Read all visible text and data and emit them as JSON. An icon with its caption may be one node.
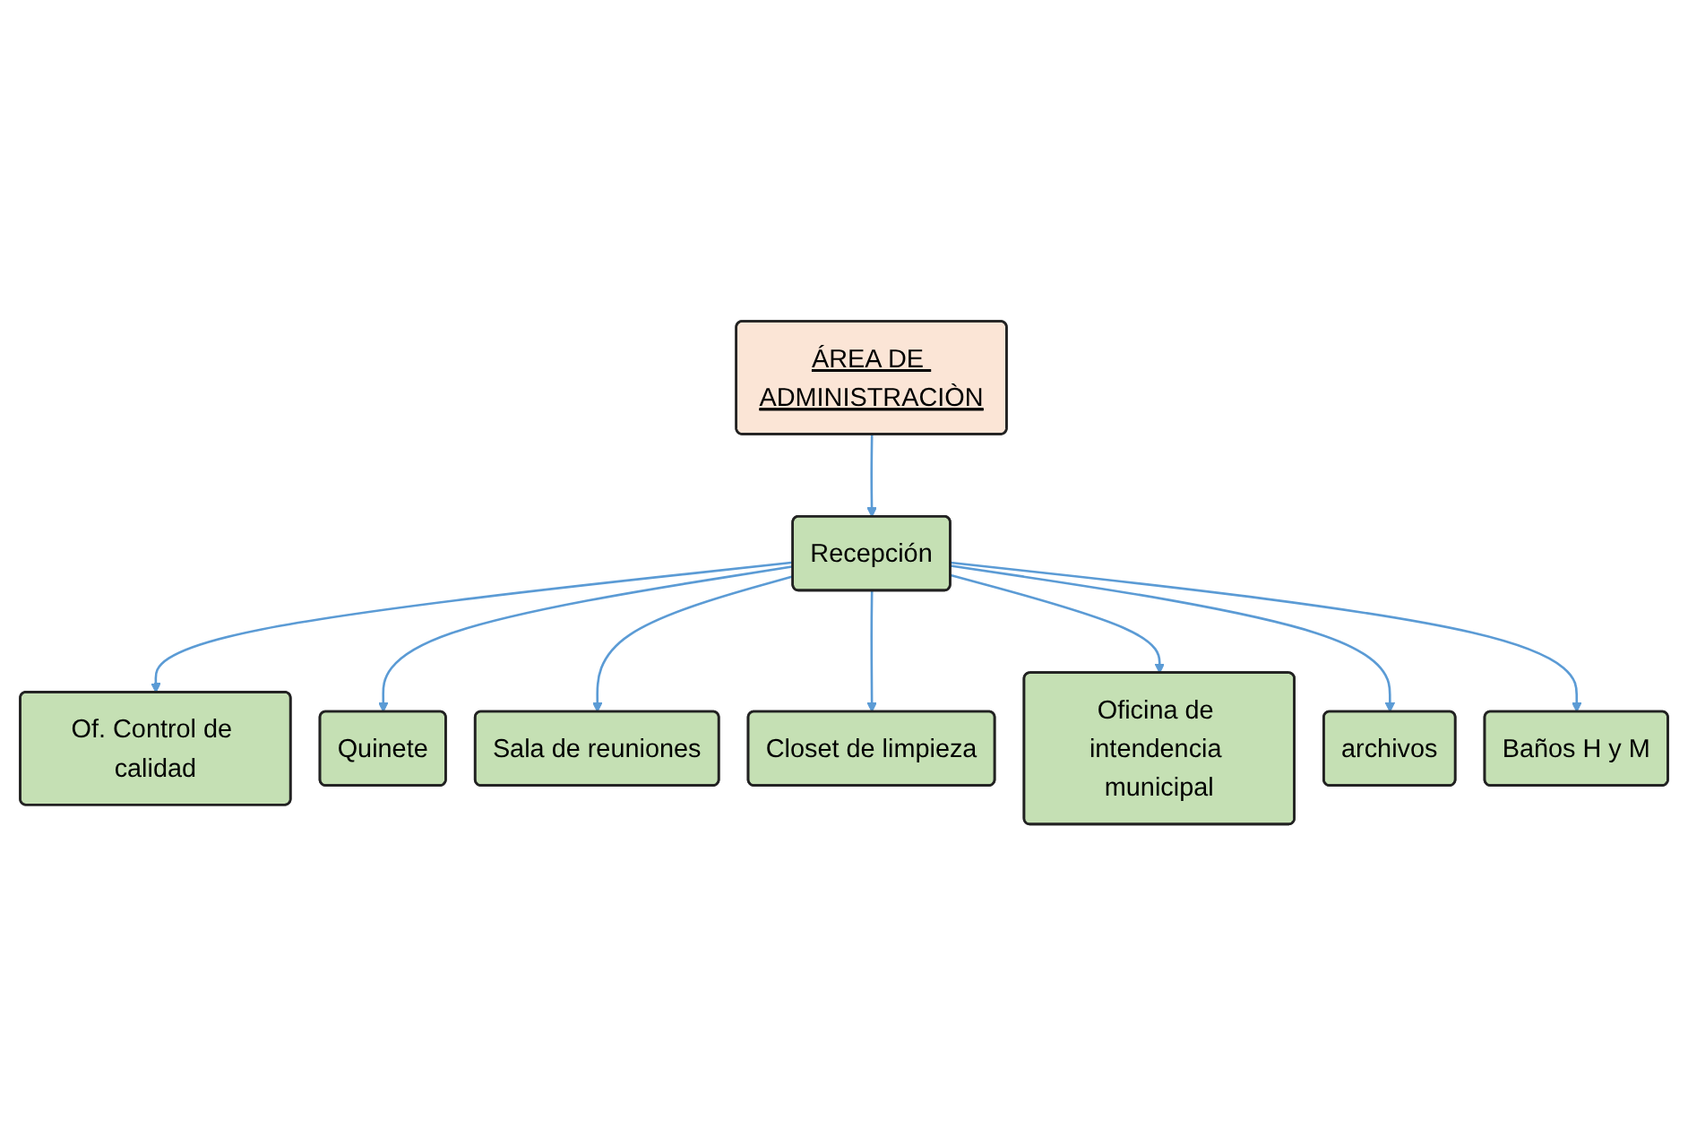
{
  "diagram": {
    "nodes": [
      {
        "text": [
          "ÁREA DE ADMINISTRACIÒN"
        ]
      },
      {
        "text": [
          "Of. Control de calidad"
        ]
      },
      {
        "text": [
          "Quinete"
        ]
      },
      {
        "text": [
          "Sala de reuniones"
        ]
      },
      {
        "text": [
          "Recepción"
        ]
      },
      {
        "text": [
          "Closet de limpieza"
        ]
      },
      {
        "text": [
          "Oficina de intendencia municipal"
        ]
      },
      {
        "text": [
          "archivos"
        ]
      },
      {
        "text": [
          "Baños H y M"
        ]
      }
    ],
    "edges": [
      {
        "from": 0,
        "to": 4,
        "arrow": "to"
      },
      {
        "from": 4,
        "to": 1,
        "arrow": "to"
      },
      {
        "from": 4,
        "to": 2,
        "arrow": "to"
      },
      {
        "from": 4,
        "to": 3,
        "arrow": "to"
      },
      {
        "from": 4,
        "to": 5,
        "arrow": "to"
      },
      {
        "from": 4,
        "to": 6,
        "arrow": "to"
      },
      {
        "from": 4,
        "to": 7,
        "arrow": "to"
      },
      {
        "from": 4,
        "to": 8,
        "arrow": "to"
      }
    ]
  }
}
